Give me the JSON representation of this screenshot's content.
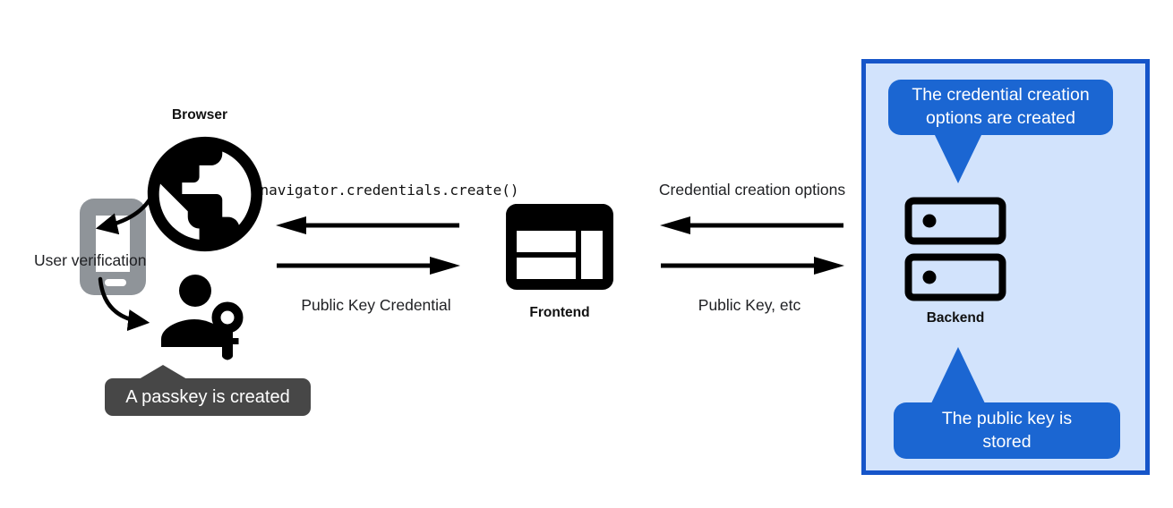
{
  "colors": {
    "box_border": "#1655c9",
    "box_fill": "#d2e3fc",
    "bubble_blue": "#1b66d2",
    "tooltip_gray": "#474747",
    "icon_gray": "#8f9499",
    "text": "#202124",
    "arrow_black": "#000000"
  },
  "left": {
    "browser_label": "Browser",
    "user_verification_label": "User verification",
    "passkey_tooltip": "A passkey is created",
    "icons": {
      "globe": "globe-icon",
      "smartphone": "smartphone-icon",
      "person_key": "person-with-key-icon",
      "curved_arrows": "curved-flow-arrow"
    }
  },
  "center": {
    "frontend_label": "Frontend",
    "icon": "browser-window-icon"
  },
  "flow_left": {
    "call_label": "navigator.credentials.create()",
    "response_label": "Public Key Credential"
  },
  "flow_right": {
    "request_label": "Credential creation options",
    "response_label": "Public Key, etc"
  },
  "backend_panel": {
    "label": "Backend",
    "icon": "server-stack-icon",
    "top_bubble": "The credential creation options are created",
    "bottom_bubble": "The public key is stored"
  }
}
